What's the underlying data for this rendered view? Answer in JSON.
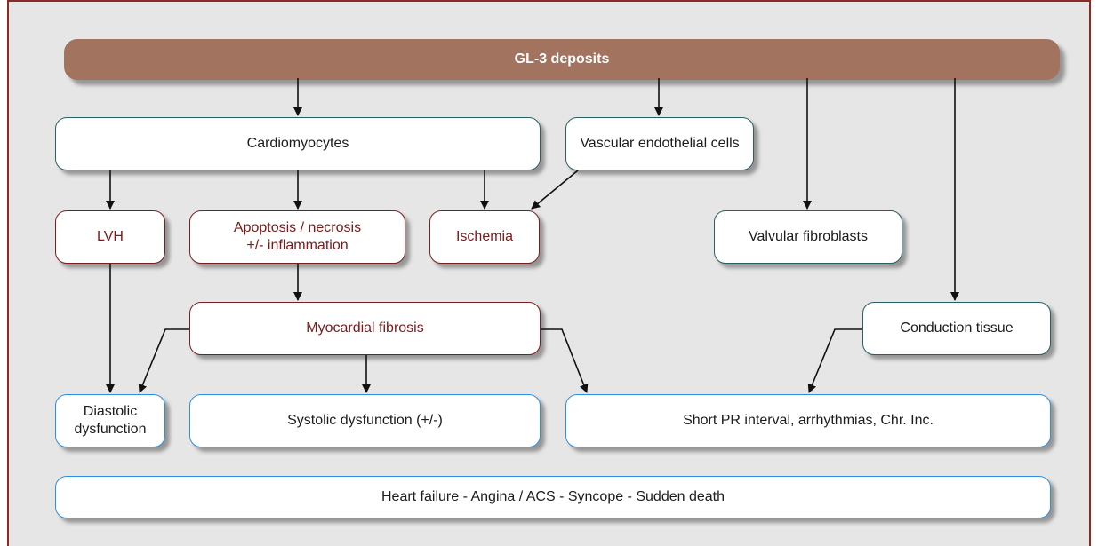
{
  "nodes": {
    "gl3": "GL-3 deposits",
    "cardiomyocytes": "Cardiomyocytes",
    "vascular": "Vascular endothelial cells",
    "lvh": "LVH",
    "apoptosis_line1": "Apoptosis / necrosis",
    "apoptosis_line2": "+/- inflammation",
    "ischemia": "Ischemia",
    "valvular": "Valvular fibroblasts",
    "myocardial_fibrosis": "Myocardial fibrosis",
    "conduction": "Conduction tissue",
    "diastolic_line1": "Diastolic",
    "diastolic_line2": "dysfunction",
    "systolic": "Systolic dysfunction (+/-)",
    "short_pr": "Short PR interval, arrhythmias, Chr. Inc.",
    "outcomes": "Heart failure - Angina / ACS - Syncope - Sudden death"
  },
  "colors": {
    "background": "#e6e6e6",
    "frame": "#8a2a22",
    "gl3_fill": "#a2735f",
    "teal_border": "#2c5f63",
    "red_border": "#7a1f1f",
    "blue_border": "#2f8ee0",
    "arrow": "#111111"
  }
}
